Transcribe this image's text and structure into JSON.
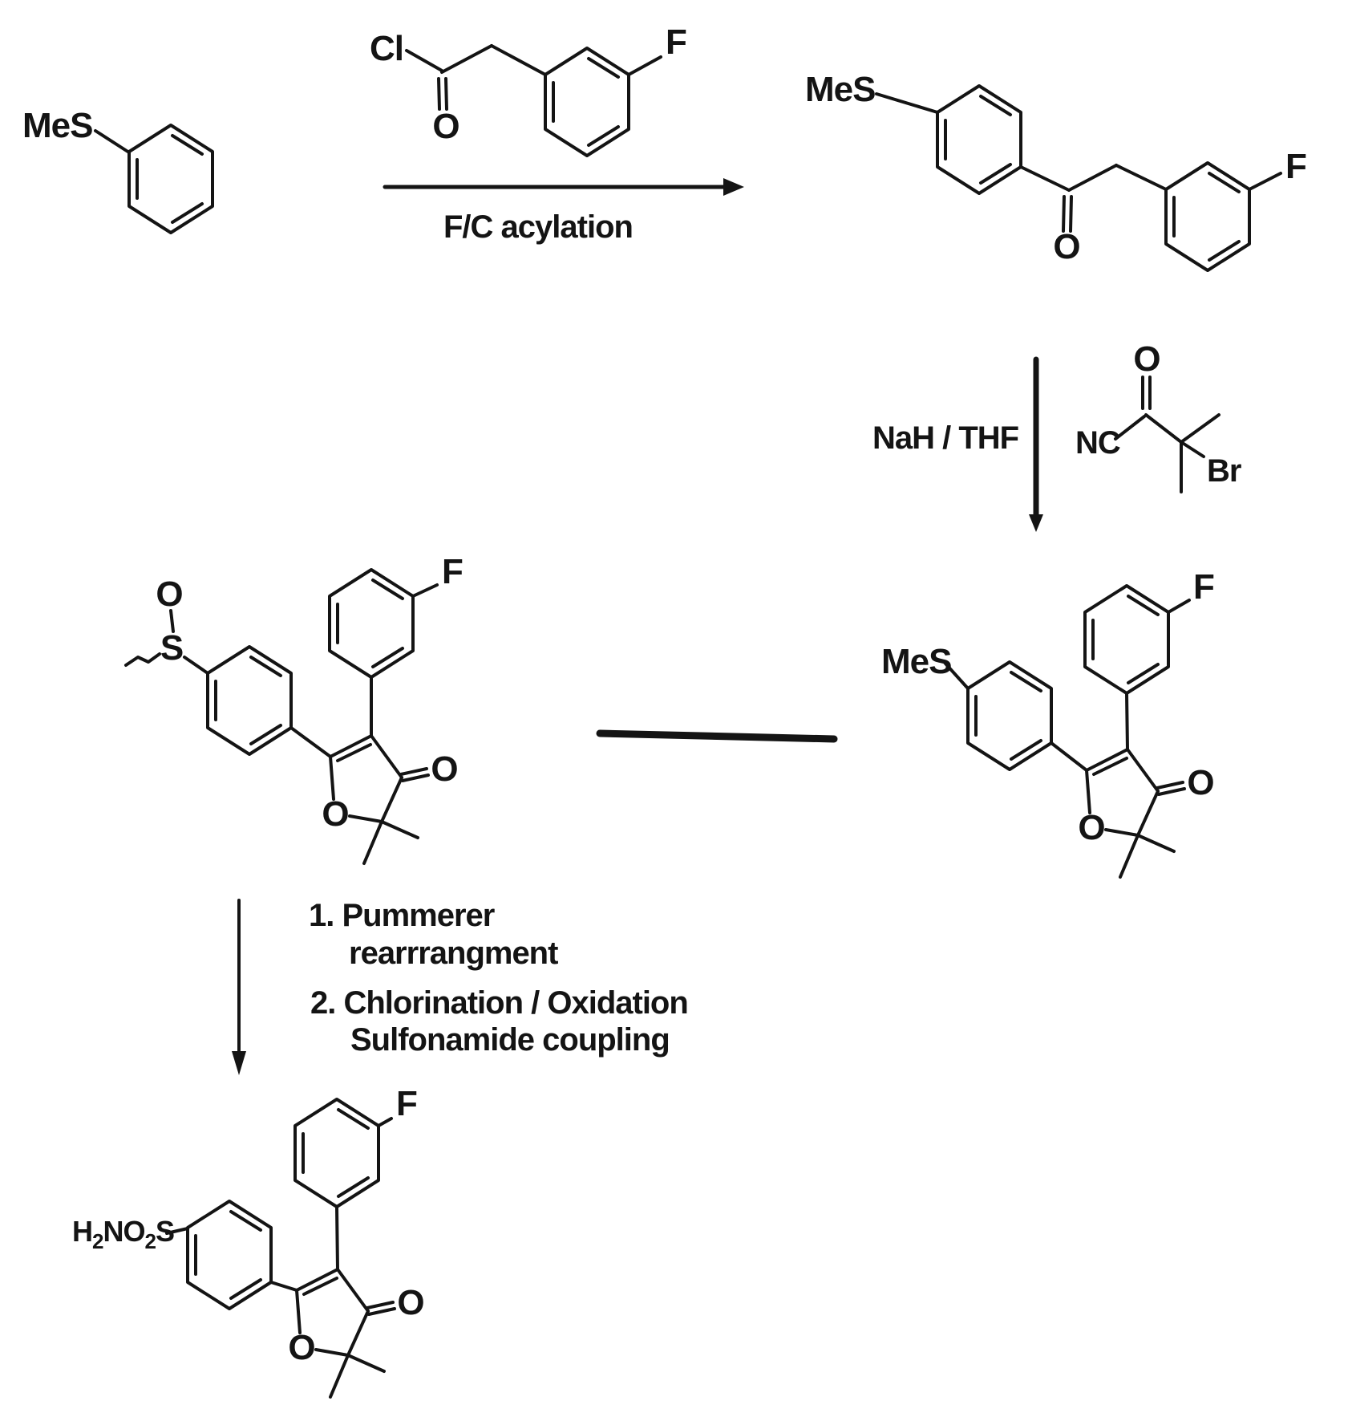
{
  "background_color": "#ffffff",
  "ink_color": "#141414",
  "atoms": {
    "MeS": "MeS",
    "Cl": "Cl",
    "O": "O",
    "F": "F",
    "NC": "NC",
    "Br": "Br",
    "S": "S"
  },
  "sulfonamide": {
    "p1": "H",
    "p2": "2",
    "p3": "NO",
    "p4": "2",
    "p5": "S"
  },
  "conditions": {
    "acylation": "F/C acylation",
    "alkylation": "NaH / THF",
    "step1_line1": "1. Pummerer",
    "step1_line2": "rearrrangment",
    "step2_line1": "2. Chlorination / Oxidation",
    "step2_line2": "Sulfonamide coupling"
  }
}
